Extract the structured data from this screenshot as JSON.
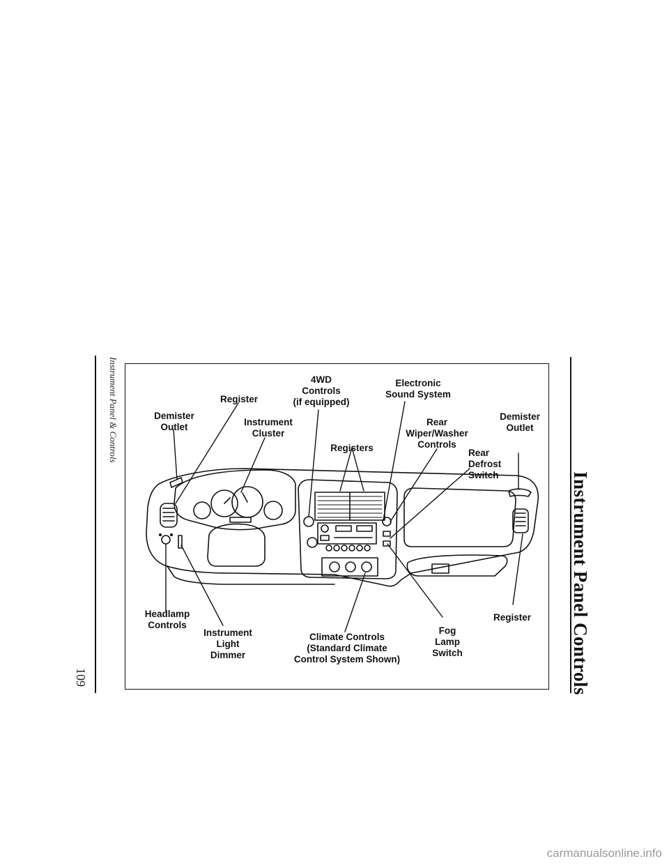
{
  "page": {
    "running_head": "Instrument Panel & Controls",
    "page_number": "109",
    "section_title": "Instrument Panel Controls",
    "watermark": "carmanualsonline.info"
  },
  "figure": {
    "labels": {
      "demister_outlet_left": "Demister\nOutlet",
      "register_left": "Register",
      "instrument_cluster": "Instrument\nCluster",
      "four_wd_controls": "4WD\nControls\n(if equipped)",
      "registers_center": "Registers",
      "electronic_sound_system": "Electronic\nSound System",
      "rear_wiper_washer": "Rear\nWiper/Washer\nControls",
      "rear_defrost_switch": "Rear\nDefrost\nSwitch",
      "demister_outlet_right": "Demister\nOutlet",
      "headlamp_controls": "Headlamp\nControls",
      "instrument_light_dimmer": "Instrument\nLight\nDimmer",
      "climate_controls": "Climate Controls\n(Standard Climate\nControl System Shown)",
      "fog_lamp_switch": "Fog\nLamp\nSwitch",
      "register_right": "Register"
    }
  }
}
